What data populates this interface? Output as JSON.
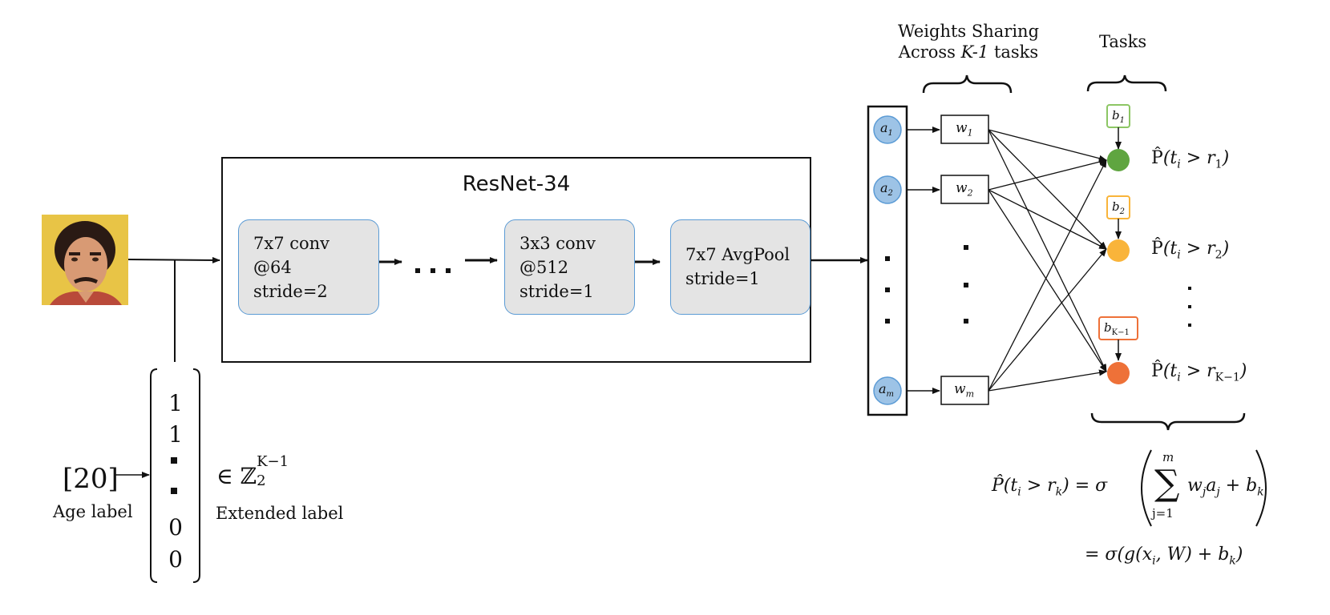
{
  "resnet": {
    "title": "ResNet-34",
    "layers": [
      {
        "lines": [
          "7x7 conv",
          "@64",
          "stride=2"
        ]
      },
      {
        "lines": [
          "3x3 conv",
          "@512",
          "stride=1"
        ]
      },
      {
        "lines": [
          "7x7 AvgPool",
          "stride=1"
        ]
      }
    ],
    "ellipsis": ". . ."
  },
  "input": {
    "age_value": "[20]",
    "age_caption": "Age label",
    "extended_vector": [
      "1",
      "1",
      "0",
      "0"
    ],
    "extended_set": "∈ ℤ",
    "extended_set_sub": "2",
    "extended_set_sup": "K−1",
    "extended_caption": "Extended label"
  },
  "header": {
    "weights_line1": "Weights Sharing",
    "weights_line2_pre": "Across ",
    "weights_line2_em": "K-1",
    "weights_line2_post": " tasks",
    "tasks": "Tasks"
  },
  "features": {
    "top": [
      {
        "base": "a",
        "sub": "1"
      },
      {
        "base": "a",
        "sub": "2"
      }
    ],
    "bottom": {
      "base": "a",
      "sub": "m"
    }
  },
  "weights": {
    "top": [
      {
        "base": "w",
        "sub": "1"
      },
      {
        "base": "w",
        "sub": "2"
      }
    ],
    "bottom": {
      "base": "w",
      "sub": "m"
    }
  },
  "tasks": [
    {
      "bias_base": "b",
      "bias_sub": "1",
      "color": "#5fa540",
      "label_main": "(t",
      "label_i": "i",
      "label_rest": " > r",
      "label_r": "1",
      "label_end": ")"
    },
    {
      "bias_base": "b",
      "bias_sub": "2",
      "color": "#f9b43a",
      "label_main": "(t",
      "label_i": "i",
      "label_rest": " > r",
      "label_r": "2",
      "label_end": ")"
    },
    {
      "bias_base": "b",
      "bias_sub": "K−1",
      "color": "#ee7138",
      "label_main": "(t",
      "label_i": "i",
      "label_rest": " > r",
      "label_r": "K−1",
      "label_end": ")"
    }
  ],
  "formula": {
    "line1_lhs": "P̂(t",
    "line1_lhs_i": "i",
    "line1_lhs_mid": " > r",
    "line1_lhs_k": "k",
    "line1_lhs_end": ") = σ",
    "sum_top": "m",
    "sum_bottom": "j=1",
    "sum_body": "w",
    "sum_body_j": "j",
    "sum_body_a": "a",
    "sum_body_aj": "j",
    "sum_body_plus": " + b",
    "sum_body_k": "k",
    "line2": "=  σ(g(x",
    "line2_i": "i",
    "line2_rest": ", W) + b",
    "line2_k": "k",
    "line2_end": ")"
  },
  "colors": {
    "feature_fill": "#9dc3e6",
    "feature_stroke": "#5b9bd5",
    "layer_fill": "#e4e4e4",
    "layer_stroke": "#5b9bd5"
  }
}
